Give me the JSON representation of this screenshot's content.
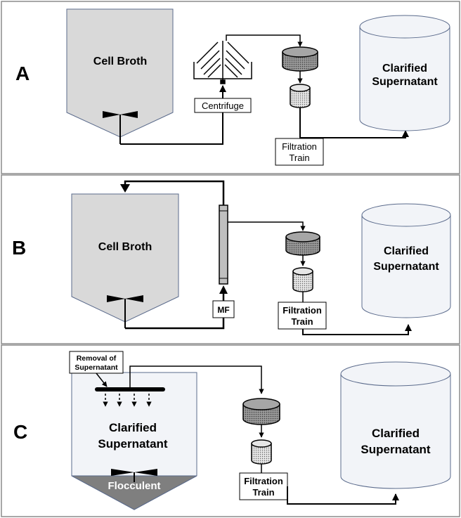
{
  "panel_a": {
    "letter": "A",
    "tank_label": "Cell Broth",
    "centrifuge_label": "Centrifuge",
    "filtration_label_line1": "Filtration",
    "filtration_label_line2": "Train",
    "product_label_line1": "Clarified",
    "product_label_line2": "Supernatant"
  },
  "panel_b": {
    "letter": "B",
    "tank_label": "Cell Broth",
    "mf_label": "MF",
    "filtration_label_line1": "Filtration",
    "filtration_label_line2": "Train",
    "product_label_line1": "Clarified",
    "product_label_line2": "Supernatant"
  },
  "panel_c": {
    "letter": "C",
    "removal_label_line1": "Removal of",
    "removal_label_line2": "Supernatant",
    "tank_label_line1": "Clarified",
    "tank_label_line2": "Supernatant",
    "flocculent_label": "Flocculent",
    "filtration_label_line1": "Filtration",
    "filtration_label_line2": "Train",
    "product_label_line1": "Clarified",
    "product_label_line2": "Supernatant"
  },
  "colors": {
    "panel_border": "#8c8c8c",
    "tank_fill": "#d9d9d9",
    "tank_stroke": "#5b6b8c",
    "product_fill": "#f2f4f8",
    "flocculent_fill": "#7f7f7f",
    "filter_fill": "#a6a6a6",
    "line": "#000000"
  }
}
